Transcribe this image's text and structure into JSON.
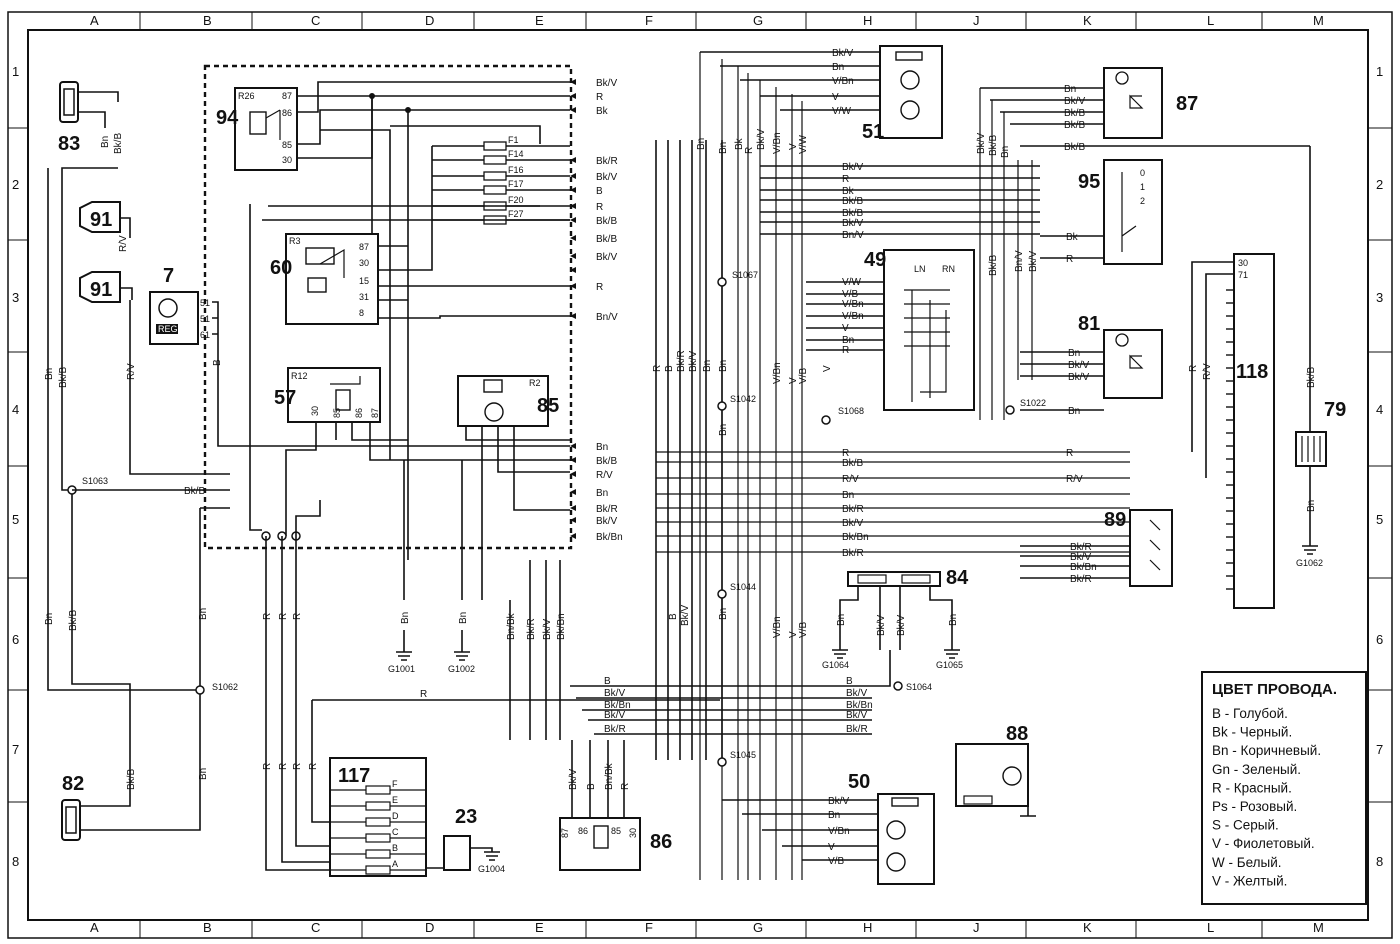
{
  "grid": {
    "columns": [
      "A",
      "B",
      "C",
      "D",
      "E",
      "F",
      "G",
      "H",
      "J",
      "K",
      "L",
      "M"
    ],
    "rows": [
      "1",
      "2",
      "3",
      "4",
      "5",
      "6",
      "7",
      "8"
    ]
  },
  "components": {
    "c83": "83",
    "c91a": "91",
    "c91b": "91",
    "c7": "7",
    "c94": "94",
    "c60": "60",
    "c57": "57",
    "c85": "85",
    "c51": "51",
    "c49": "49",
    "c87": "87",
    "c95": "95",
    "c81": "81",
    "c118": "118",
    "c79": "79",
    "c89": "89",
    "c84": "84",
    "c88": "88",
    "c50": "50",
    "c82": "82",
    "c117": "117",
    "c23": "23",
    "c86": "86"
  },
  "relays": {
    "r26": "R26",
    "r3": "R3",
    "r12": "R12",
    "r2": "R2"
  },
  "fuses": [
    "F1",
    "F14",
    "F16",
    "F17",
    "F20",
    "F27"
  ],
  "fuses117": [
    "F",
    "E",
    "D",
    "C",
    "B",
    "A"
  ],
  "splices": {
    "s1063": "S1063",
    "s1062": "S1062",
    "s1067": "S1067",
    "s1042": "S1042",
    "s1068": "S1068",
    "s1022": "S1022",
    "s1044": "S1044",
    "s1064": "S1064",
    "s1045": "S1045"
  },
  "grounds": {
    "g1001": "G1001",
    "g1002": "G1002",
    "g1004": "G1004",
    "g1062": "G1062",
    "g1064": "G1064",
    "g1065": "G1065"
  },
  "pins": {
    "p87": "87",
    "p86": "86",
    "p85": "85",
    "p30": "30",
    "p15": "15",
    "p31": "31",
    "p8": "8",
    "p51": "51",
    "p61": "61",
    "p71": "71",
    "reg": "REG."
  },
  "switch49": {
    "ln": "LN",
    "rn": "RN"
  },
  "wires": {
    "bk_v": "Bk/V",
    "r": "R",
    "bk": "Bk",
    "bk_r": "Bk/R",
    "b": "B",
    "bk_b": "Bk/B",
    "bn": "Bn",
    "bn_v": "Bn/V",
    "r_v": "R/V",
    "bk_bn": "Bk/Bn",
    "v_bn": "V/Bn",
    "v": "V",
    "v_w": "V/W",
    "v_b": "V/B",
    "bn_bk": "Bn/Bk"
  },
  "legend": {
    "title": "ЦВЕТ ПРОВОДА.",
    "items": [
      "B - Голубой.",
      "Bk - Черный.",
      "Bn - Коричневый.",
      "Gn - Зеленый.",
      "R - Красный.",
      "Ps - Розовый.",
      "S - Серый.",
      "V - Фиолетовый.",
      "W - Белый.",
      "V - Желтый."
    ]
  }
}
